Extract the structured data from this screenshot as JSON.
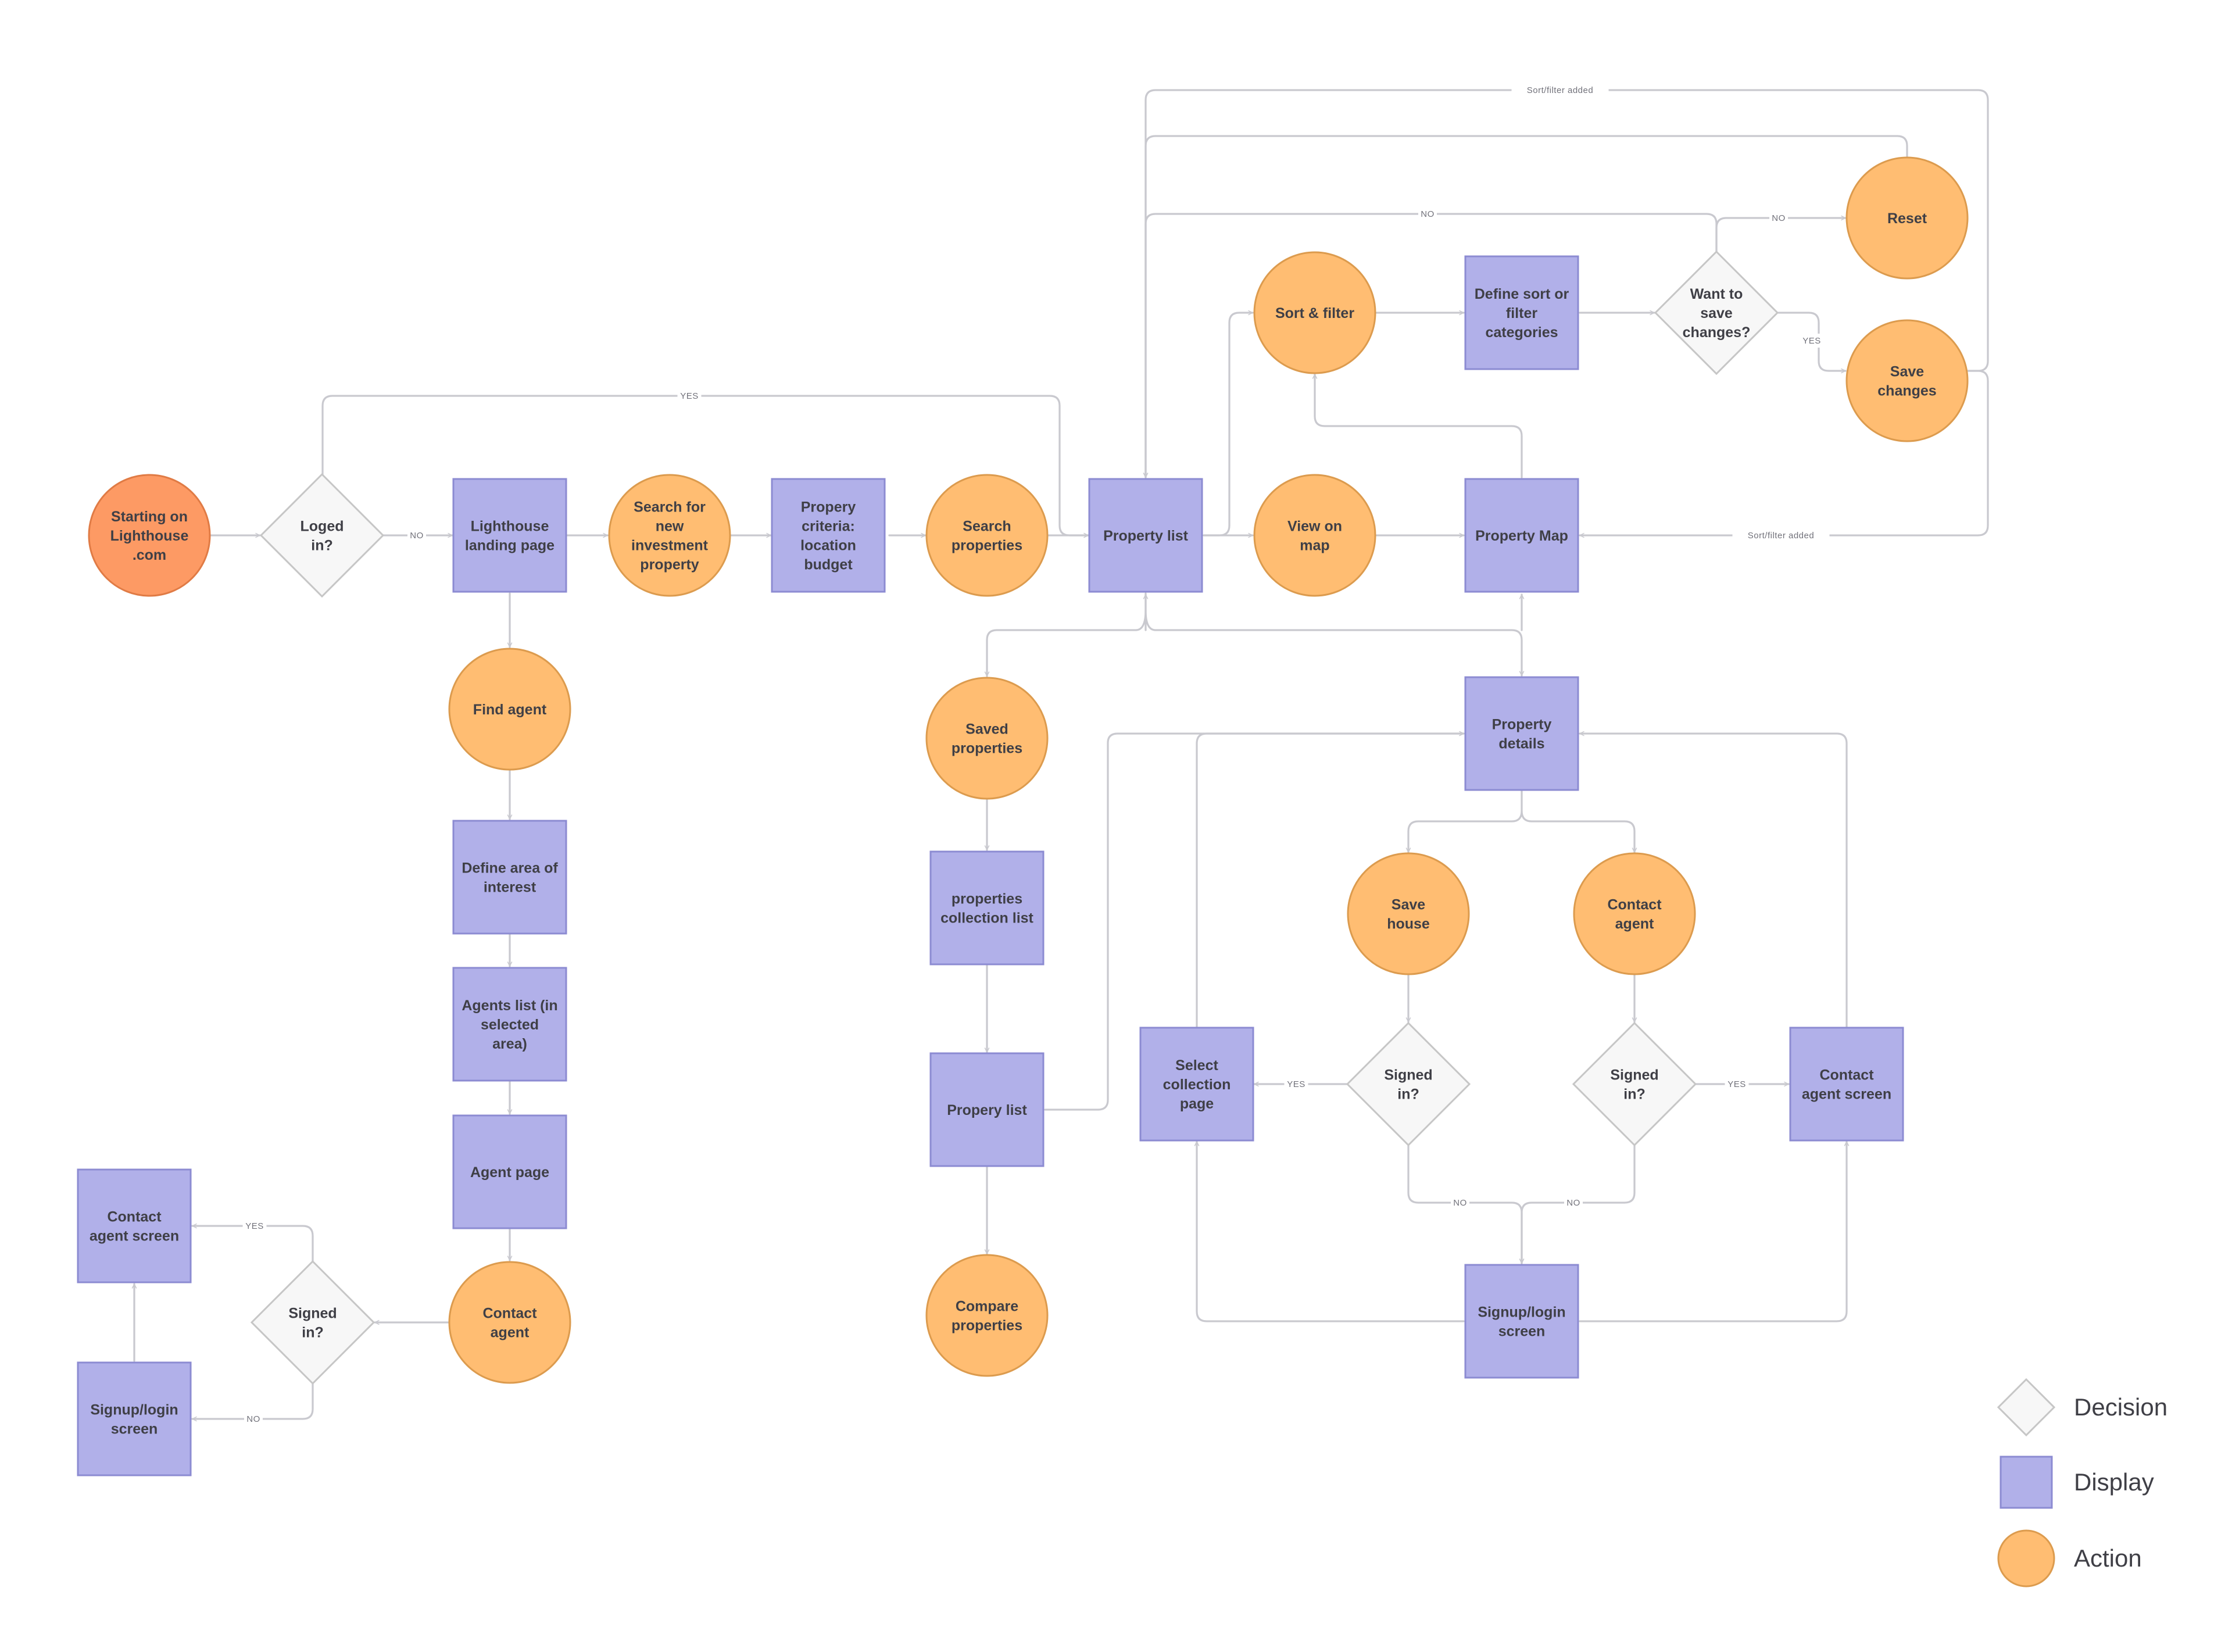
{
  "colors": {
    "start": "#fd9a64",
    "start_stroke": "#e07b45",
    "action": "#ffbd72",
    "action_stroke": "#dc9b4e",
    "display": "#b1b0e9",
    "display_stroke": "#8c8bd2",
    "decision": "#f7f7f7",
    "decision_stroke": "#c6c6c6",
    "edge": "#c9c9cf",
    "text": "#3f3f46"
  },
  "nodes": [
    {
      "id": "start",
      "type": "start",
      "label": [
        "Starting on",
        "Lighthouse",
        ".com"
      ]
    },
    {
      "id": "loged_in",
      "type": "decision",
      "label": [
        "Loged",
        "in?"
      ]
    },
    {
      "id": "landing",
      "type": "display",
      "label": [
        "Lighthouse",
        "landing page"
      ]
    },
    {
      "id": "search_new",
      "type": "action",
      "label": [
        "Search for",
        "new",
        "investment",
        "property"
      ]
    },
    {
      "id": "criteria",
      "type": "display",
      "label": [
        "Propery",
        "criteria:",
        "location",
        "budget"
      ]
    },
    {
      "id": "search_props",
      "type": "action",
      "label": [
        "Search",
        "properties"
      ]
    },
    {
      "id": "prop_list",
      "type": "display",
      "label": [
        "Property list"
      ]
    },
    {
      "id": "view_map",
      "type": "action",
      "label": [
        "View on",
        "map"
      ]
    },
    {
      "id": "prop_map",
      "type": "display",
      "label": [
        "Property Map"
      ]
    },
    {
      "id": "sort_filter",
      "type": "action",
      "label": [
        "Sort & filter"
      ]
    },
    {
      "id": "define_sort",
      "type": "display",
      "label": [
        "Define sort or",
        "filter",
        "categories"
      ]
    },
    {
      "id": "want_save",
      "type": "decision",
      "label": [
        "Want to",
        "save",
        "changes?"
      ]
    },
    {
      "id": "reset",
      "type": "action",
      "label": [
        "Reset"
      ]
    },
    {
      "id": "save_changes",
      "type": "action",
      "label": [
        "Save",
        "changes"
      ]
    },
    {
      "id": "find_agent",
      "type": "action",
      "label": [
        "Find agent"
      ]
    },
    {
      "id": "define_area",
      "type": "display",
      "label": [
        "Define area of",
        "interest"
      ]
    },
    {
      "id": "agents_list",
      "type": "display",
      "label": [
        "Agents list (in",
        "selected",
        "area)"
      ]
    },
    {
      "id": "agent_page",
      "type": "display",
      "label": [
        "Agent page"
      ]
    },
    {
      "id": "contact_agent_left",
      "type": "action",
      "label": [
        "Contact",
        "agent"
      ]
    },
    {
      "id": "signed_in_left",
      "type": "decision",
      "label": [
        "Signed",
        "in?"
      ]
    },
    {
      "id": "contact_screen_left",
      "type": "display",
      "label": [
        "Contact",
        "agent screen"
      ]
    },
    {
      "id": "signup_left",
      "type": "display",
      "label": [
        "Signup/login",
        "screen"
      ]
    },
    {
      "id": "saved_props",
      "type": "action",
      "label": [
        "Saved",
        "properties"
      ]
    },
    {
      "id": "collection_list",
      "type": "display",
      "label": [
        "properties",
        "collection list"
      ]
    },
    {
      "id": "prop_list_2",
      "type": "display",
      "label": [
        "Propery list"
      ]
    },
    {
      "id": "compare",
      "type": "action",
      "label": [
        "Compare",
        "properties"
      ]
    },
    {
      "id": "prop_details",
      "type": "display",
      "label": [
        "Property",
        "details"
      ]
    },
    {
      "id": "save_house",
      "type": "action",
      "label": [
        "Save",
        "house"
      ]
    },
    {
      "id": "contact_agent_right",
      "type": "action",
      "label": [
        "Contact",
        "agent"
      ]
    },
    {
      "id": "signed_in_mid",
      "type": "decision",
      "label": [
        "Signed",
        "in?"
      ]
    },
    {
      "id": "signed_in_right",
      "type": "decision",
      "label": [
        "Signed",
        "in?"
      ]
    },
    {
      "id": "select_collection",
      "type": "display",
      "label": [
        "Select",
        "collection",
        "page"
      ]
    },
    {
      "id": "contact_screen_right",
      "type": "display",
      "label": [
        "Contact",
        "agent screen"
      ]
    },
    {
      "id": "signup_right",
      "type": "display",
      "label": [
        "Signup/login",
        "screen"
      ]
    }
  ],
  "edge_labels": {
    "yes": "YES",
    "no": "NO",
    "sort_filter_added": "Sort/filter added"
  },
  "legend": [
    {
      "type": "decision",
      "label": "Decision"
    },
    {
      "type": "display",
      "label": "Display"
    },
    {
      "type": "action",
      "label": "Action"
    }
  ]
}
